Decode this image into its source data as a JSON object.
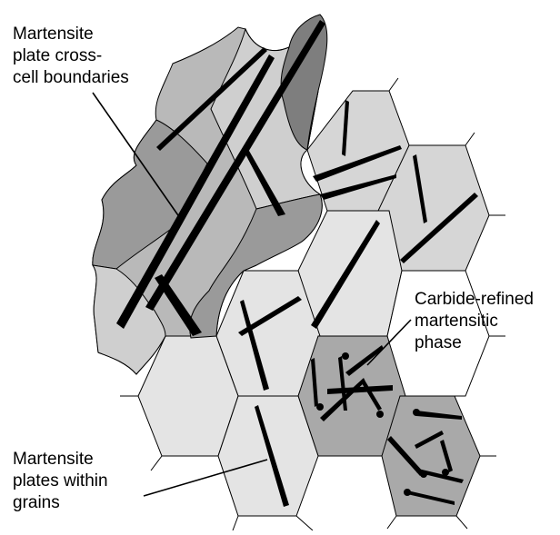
{
  "labels": {
    "cross_cell": [
      "Martensite",
      "plate cross-",
      "cell boundaries"
    ],
    "carbide": [
      "Carbide-refined",
      "martensitic",
      "phase"
    ],
    "within_grains": [
      "Martensite",
      "plates within",
      "grains"
    ]
  },
  "colors": {
    "cell_light": "#e4e4e4",
    "cell_mid": "#d6d6d6",
    "cell_dark": "#a9a9a9",
    "grain_dark": "#7e7e7e",
    "plate": "#000000"
  }
}
